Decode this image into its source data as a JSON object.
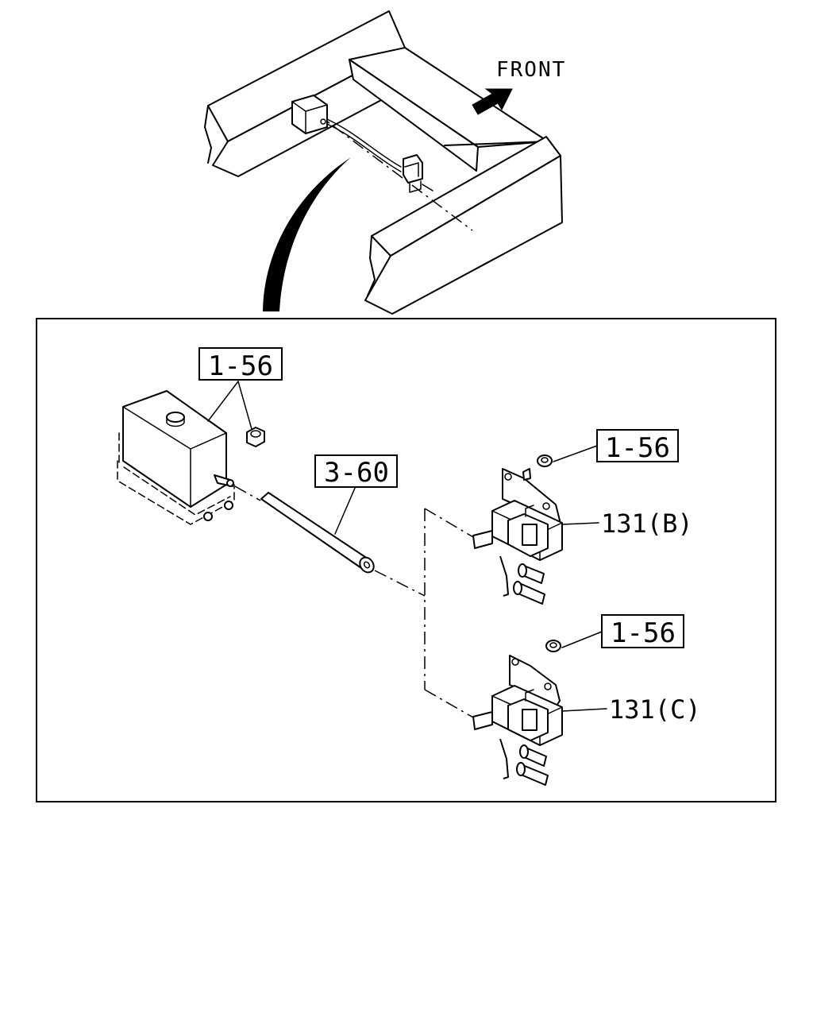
{
  "overview": {
    "direction_label": "FRONT",
    "direction_icon": "arrow-icon"
  },
  "detail": {
    "callouts": {
      "nut_tank": "1-56",
      "hose": "3-60",
      "nut_valve_b": "1-56",
      "valve_b": "131(B)",
      "nut_valve_c": "1-56",
      "valve_c": "131(C)"
    }
  }
}
